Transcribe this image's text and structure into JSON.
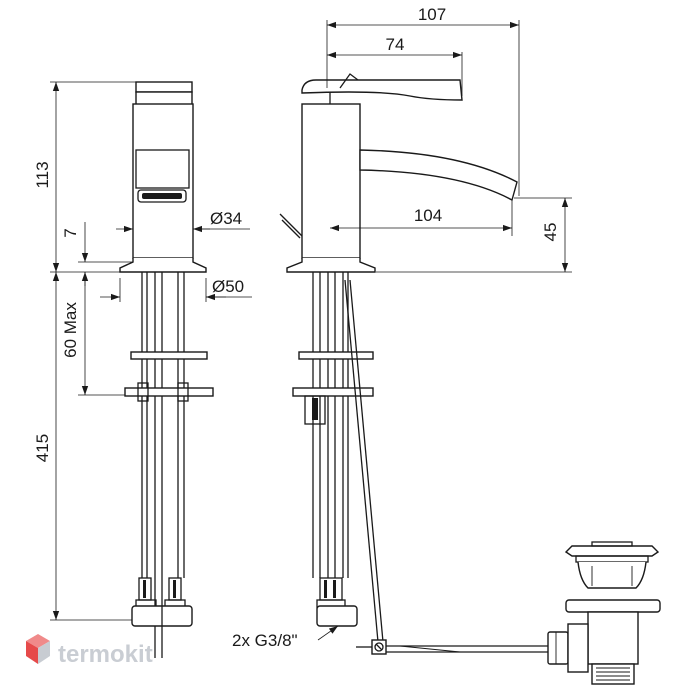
{
  "dimensions": {
    "d107": "107",
    "d74": "74",
    "d104": "104",
    "d45": "45",
    "d113": "113",
    "d7": "7",
    "d60max": "60 Max",
    "d415": "415",
    "d34": "Ø34",
    "d50": "Ø50"
  },
  "connection_label": "2x G3/8\"",
  "watermark": {
    "text": "termokit",
    "icon": "cube-logo-icon",
    "colors": {
      "top": "#f08a8a",
      "left": "#e64a4a",
      "right": "#c8ccd2",
      "text": "#c9cdd3"
    }
  }
}
